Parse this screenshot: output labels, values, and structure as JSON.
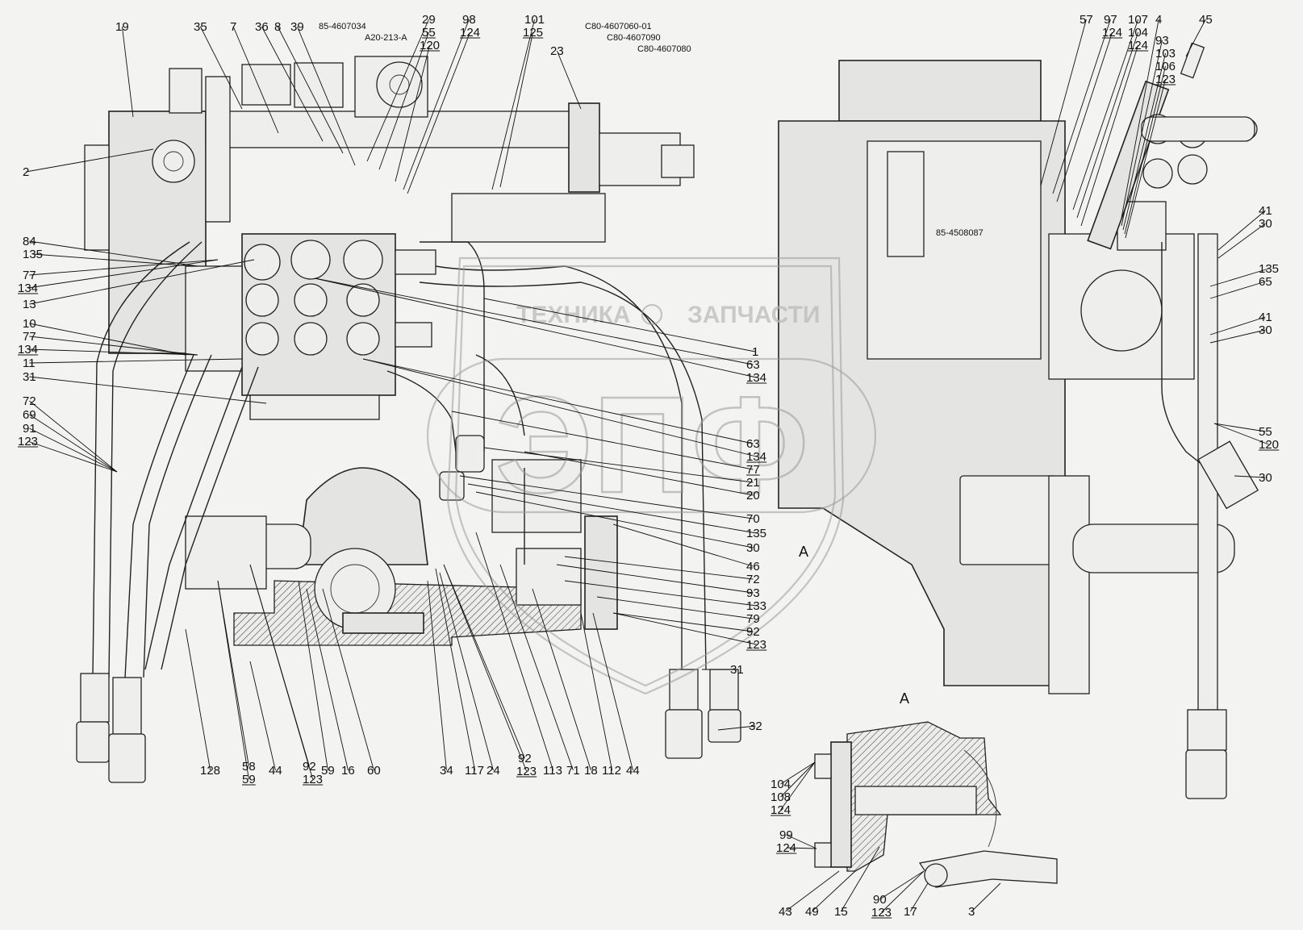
{
  "watermark": {
    "left": "ТЕХНИКА",
    "right": "ЗАПЧАСТИ",
    "big": "ЭПФ"
  },
  "section_letter": "А",
  "view_arrow_letter": "А",
  "doc_codes": {
    "c1": "85-4607034",
    "c2": "А20-213-А",
    "c3": "С80-4607060-01",
    "c4": "С80-4607090",
    "c5": "С80-4607080",
    "c6": "85-4508087"
  },
  "labels": [
    {
      "id": "19",
      "t": "19"
    },
    {
      "id": "35",
      "t": "35"
    },
    {
      "id": "7",
      "t": "7"
    },
    {
      "id": "36",
      "t": "36"
    },
    {
      "id": "8",
      "t": "8"
    },
    {
      "id": "39",
      "t": "39"
    },
    {
      "id": "29",
      "t": "29"
    },
    {
      "id": "55a",
      "t": "55"
    },
    {
      "id": "120a",
      "t": "120"
    },
    {
      "id": "98",
      "t": "98"
    },
    {
      "id": "124a",
      "t": "124"
    },
    {
      "id": "101",
      "t": "101"
    },
    {
      "id": "125",
      "t": "125"
    },
    {
      "id": "23",
      "t": "23"
    },
    {
      "id": "2",
      "t": "2"
    },
    {
      "id": "84",
      "t": "84"
    },
    {
      "id": "135a",
      "t": "135"
    },
    {
      "id": "77a",
      "t": "77"
    },
    {
      "id": "134a",
      "t": "134"
    },
    {
      "id": "13",
      "t": "13"
    },
    {
      "id": "10",
      "t": "10"
    },
    {
      "id": "77b",
      "t": "77"
    },
    {
      "id": "134b",
      "t": "134"
    },
    {
      "id": "11",
      "t": "11"
    },
    {
      "id": "31a",
      "t": "31"
    },
    {
      "id": "72a",
      "t": "72"
    },
    {
      "id": "69",
      "t": "69"
    },
    {
      "id": "91",
      "t": "91"
    },
    {
      "id": "123a",
      "t": "123"
    },
    {
      "id": "1",
      "t": "1"
    },
    {
      "id": "63a",
      "t": "63"
    },
    {
      "id": "134c",
      "t": "134"
    },
    {
      "id": "63b",
      "t": "63"
    },
    {
      "id": "134d",
      "t": "134"
    },
    {
      "id": "77c",
      "t": "77"
    },
    {
      "id": "21",
      "t": "21"
    },
    {
      "id": "20",
      "t": "20"
    },
    {
      "id": "70",
      "t": "70"
    },
    {
      "id": "135b",
      "t": "135"
    },
    {
      "id": "30a",
      "t": "30"
    },
    {
      "id": "46",
      "t": "46"
    },
    {
      "id": "72b",
      "t": "72"
    },
    {
      "id": "93a",
      "t": "93"
    },
    {
      "id": "133",
      "t": "133"
    },
    {
      "id": "79",
      "t": "79"
    },
    {
      "id": "92a",
      "t": "92"
    },
    {
      "id": "123b",
      "t": "123"
    },
    {
      "id": "31b",
      "t": "31"
    },
    {
      "id": "32",
      "t": "32"
    },
    {
      "id": "128",
      "t": "128"
    },
    {
      "id": "58",
      "t": "58"
    },
    {
      "id": "59a",
      "t": "59"
    },
    {
      "id": "44a",
      "t": "44"
    },
    {
      "id": "92b",
      "t": "92"
    },
    {
      "id": "123c",
      "t": "123"
    },
    {
      "id": "59b",
      "t": "59"
    },
    {
      "id": "16",
      "t": "16"
    },
    {
      "id": "60",
      "t": "60"
    },
    {
      "id": "34",
      "t": "34"
    },
    {
      "id": "117",
      "t": "117"
    },
    {
      "id": "24",
      "t": "24"
    },
    {
      "id": "92c",
      "t": "92"
    },
    {
      "id": "123d",
      "t": "123"
    },
    {
      "id": "113",
      "t": "113"
    },
    {
      "id": "71",
      "t": "71"
    },
    {
      "id": "18",
      "t": "18"
    },
    {
      "id": "112",
      "t": "112"
    },
    {
      "id": "44b",
      "t": "44"
    },
    {
      "id": "57",
      "t": "57"
    },
    {
      "id": "97",
      "t": "97"
    },
    {
      "id": "124b",
      "t": "124"
    },
    {
      "id": "107",
      "t": "107"
    },
    {
      "id": "104a",
      "t": "104"
    },
    {
      "id": "124c",
      "t": "124"
    },
    {
      "id": "4",
      "t": "4"
    },
    {
      "id": "93b",
      "t": "93"
    },
    {
      "id": "103",
      "t": "103"
    },
    {
      "id": "106",
      "t": "106"
    },
    {
      "id": "123e",
      "t": "123"
    },
    {
      "id": "45",
      "t": "45"
    },
    {
      "id": "41a",
      "t": "41"
    },
    {
      "id": "30b",
      "t": "30"
    },
    {
      "id": "135c",
      "t": "135"
    },
    {
      "id": "65",
      "t": "65"
    },
    {
      "id": "41b",
      "t": "41"
    },
    {
      "id": "30c",
      "t": "30"
    },
    {
      "id": "55b",
      "t": "55"
    },
    {
      "id": "120b",
      "t": "120"
    },
    {
      "id": "30d",
      "t": "30"
    },
    {
      "id": "104b",
      "t": "104"
    },
    {
      "id": "108",
      "t": "108"
    },
    {
      "id": "124d",
      "t": "124"
    },
    {
      "id": "99",
      "t": "99"
    },
    {
      "id": "124e",
      "t": "124"
    },
    {
      "id": "43",
      "t": "43"
    },
    {
      "id": "49",
      "t": "49"
    },
    {
      "id": "15",
      "t": "15"
    },
    {
      "id": "90",
      "t": "90"
    },
    {
      "id": "123f",
      "t": "123"
    },
    {
      "id": "17",
      "t": "17"
    },
    {
      "id": "3",
      "t": "3"
    }
  ]
}
